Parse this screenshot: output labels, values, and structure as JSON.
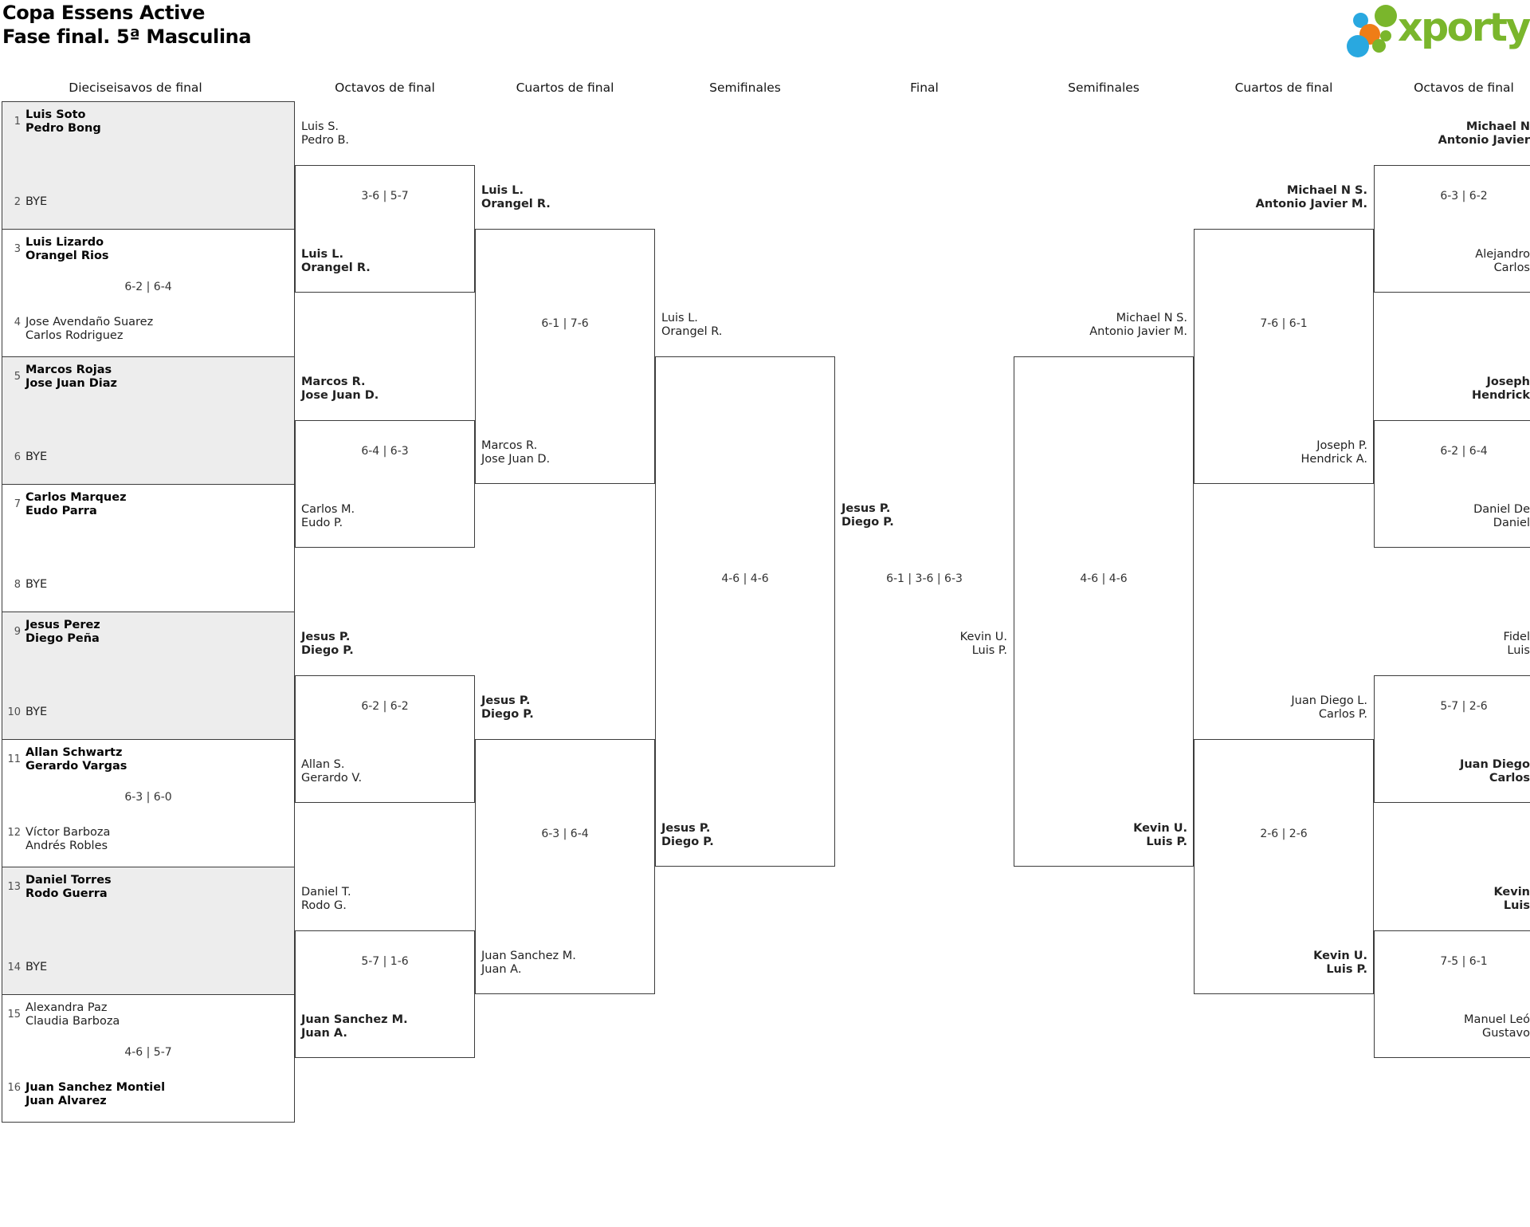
{
  "title": {
    "line1": "Copa Essens Active",
    "line2": "Fase final. 5ª Masculina"
  },
  "logo": {
    "text": "xporty"
  },
  "colors": {
    "logo_green": "#7ab62c",
    "logo_blue": "#29a8e0",
    "logo_orange": "#ef7d17",
    "line": "#3c3c3c",
    "shaded_box": "#ededed",
    "text": "#222222"
  },
  "rounds": [
    "Dieciseisavos de final",
    "Octavos de final",
    "Cuartos de final",
    "Semifinales",
    "Final",
    "Semifinales",
    "Cuartos de final",
    "Octavos de final"
  ],
  "r32": [
    {
      "s1": "1",
      "n1": "Luis Soto",
      "n2": "Pedro Bong",
      "w1": true,
      "score": "",
      "s2": "2",
      "m1": "BYE",
      "m2": "",
      "w2": false
    },
    {
      "s1": "3",
      "n1": "Luis Lizardo",
      "n2": "Orangel Rios",
      "w1": true,
      "score": "6-2 | 6-4",
      "s2": "4",
      "m1": "Jose Avendaño Suarez",
      "m2": "Carlos Rodriguez",
      "w2": false
    },
    {
      "s1": "5",
      "n1": "Marcos Rojas",
      "n2": "Jose Juan Diaz",
      "w1": true,
      "score": "",
      "s2": "6",
      "m1": "BYE",
      "m2": "",
      "w2": false
    },
    {
      "s1": "7",
      "n1": "Carlos Marquez",
      "n2": "Eudo Parra",
      "w1": true,
      "score": "",
      "s2": "8",
      "m1": "BYE",
      "m2": "",
      "w2": false
    },
    {
      "s1": "9",
      "n1": "Jesus Perez",
      "n2": "Diego Peña",
      "w1": true,
      "score": "",
      "s2": "10",
      "m1": "BYE",
      "m2": "",
      "w2": false
    },
    {
      "s1": "11",
      "n1": "Allan Schwartz",
      "n2": "Gerardo Vargas",
      "w1": true,
      "score": "6-3 | 6-0",
      "s2": "12",
      "m1": "Víctor Barboza",
      "m2": "Andrés Robles",
      "w2": false
    },
    {
      "s1": "13",
      "n1": "Daniel Torres",
      "n2": "Rodo Guerra",
      "w1": true,
      "score": "",
      "s2": "14",
      "m1": "BYE",
      "m2": "",
      "w2": false
    },
    {
      "s1": "15",
      "n1": "Alexandra Paz",
      "n2": "Claudia Barboza",
      "w1": false,
      "score": "4-6 | 5-7",
      "s2": "16",
      "m1": "Juan Sanchez Montiel",
      "m2": "Juan Alvarez",
      "w2": true
    }
  ],
  "octavos_left": {
    "teams": [
      {
        "a": "Luis S.",
        "b": "Pedro B.",
        "win": false
      },
      {
        "a": "Luis L.",
        "b": "Orangel R.",
        "win": true
      },
      {
        "a": "Marcos R.",
        "b": "Jose Juan D.",
        "win": true
      },
      {
        "a": "Carlos M.",
        "b": "Eudo P.",
        "win": false
      },
      {
        "a": "Jesus P.",
        "b": "Diego P.",
        "win": true
      },
      {
        "a": "Allan S.",
        "b": "Gerardo V.",
        "win": false
      },
      {
        "a": "Daniel T.",
        "b": "Rodo G.",
        "win": false
      },
      {
        "a": "Juan Sanchez M.",
        "b": "Juan A.",
        "win": true
      }
    ],
    "scores": [
      "3-6 | 5-7",
      "6-4 | 6-3",
      "6-2 | 6-2",
      "5-7 | 1-6"
    ]
  },
  "cuartos_left": {
    "teams": [
      {
        "a": "Luis L.",
        "b": "Orangel R.",
        "win": true
      },
      {
        "a": "Marcos R.",
        "b": "Jose Juan D.",
        "win": false
      },
      {
        "a": "Jesus P.",
        "b": "Diego P.",
        "win": true
      },
      {
        "a": "Juan Sanchez M.",
        "b": "Juan A.",
        "win": false
      }
    ],
    "scores": [
      "6-1 | 7-6",
      "6-3 | 6-4"
    ]
  },
  "semifinal_left": {
    "teams": [
      {
        "a": "Luis L.",
        "b": "Orangel R.",
        "win": false
      },
      {
        "a": "Jesus P.",
        "b": "Diego P.",
        "win": true
      }
    ],
    "score": "4-6 | 4-6"
  },
  "final": {
    "team1": {
      "a": "Jesus P.",
      "b": "Diego P.",
      "win": true
    },
    "team2": {
      "a": "Kevin U.",
      "b": "Luis P.",
      "win": false
    },
    "score": "6-1 | 3-6 | 6-3"
  },
  "semifinal_right": {
    "teams": [
      {
        "a": "Michael N S.",
        "b": "Antonio Javier M.",
        "win": false
      },
      {
        "a": "Kevin U.",
        "b": "Luis P.",
        "win": true
      }
    ],
    "score": "4-6 | 4-6"
  },
  "cuartos_right": {
    "teams": [
      {
        "a": "Michael N S.",
        "b": "Antonio Javier M.",
        "win": true
      },
      {
        "a": "Joseph P.",
        "b": "Hendrick A.",
        "win": false
      },
      {
        "a": "Juan Diego L.",
        "b": "Carlos P.",
        "win": false
      },
      {
        "a": "Kevin U.",
        "b": "Luis P.",
        "win": true
      }
    ],
    "scores": [
      "7-6 | 6-1",
      "2-6 | 2-6"
    ]
  },
  "octavos_right": {
    "teams": [
      {
        "a": "Michael N",
        "b": "Antonio Javier",
        "win": true
      },
      {
        "a": "Alejandro",
        "b": "Carlos",
        "win": false
      },
      {
        "a": "Joseph",
        "b": "Hendrick",
        "win": true
      },
      {
        "a": "Daniel De",
        "b": "Daniel",
        "win": false
      },
      {
        "a": "Fidel",
        "b": "Luis",
        "win": false
      },
      {
        "a": "Juan Diego",
        "b": "Carlos",
        "win": true
      },
      {
        "a": "Kevin",
        "b": "Luis",
        "win": true
      },
      {
        "a": "Manuel Leó",
        "b": "Gustavo",
        "win": false
      }
    ],
    "scores": [
      "6-3 | 6-2",
      "6-2 | 6-4",
      "5-7 | 2-6",
      "7-5 | 6-1"
    ]
  }
}
